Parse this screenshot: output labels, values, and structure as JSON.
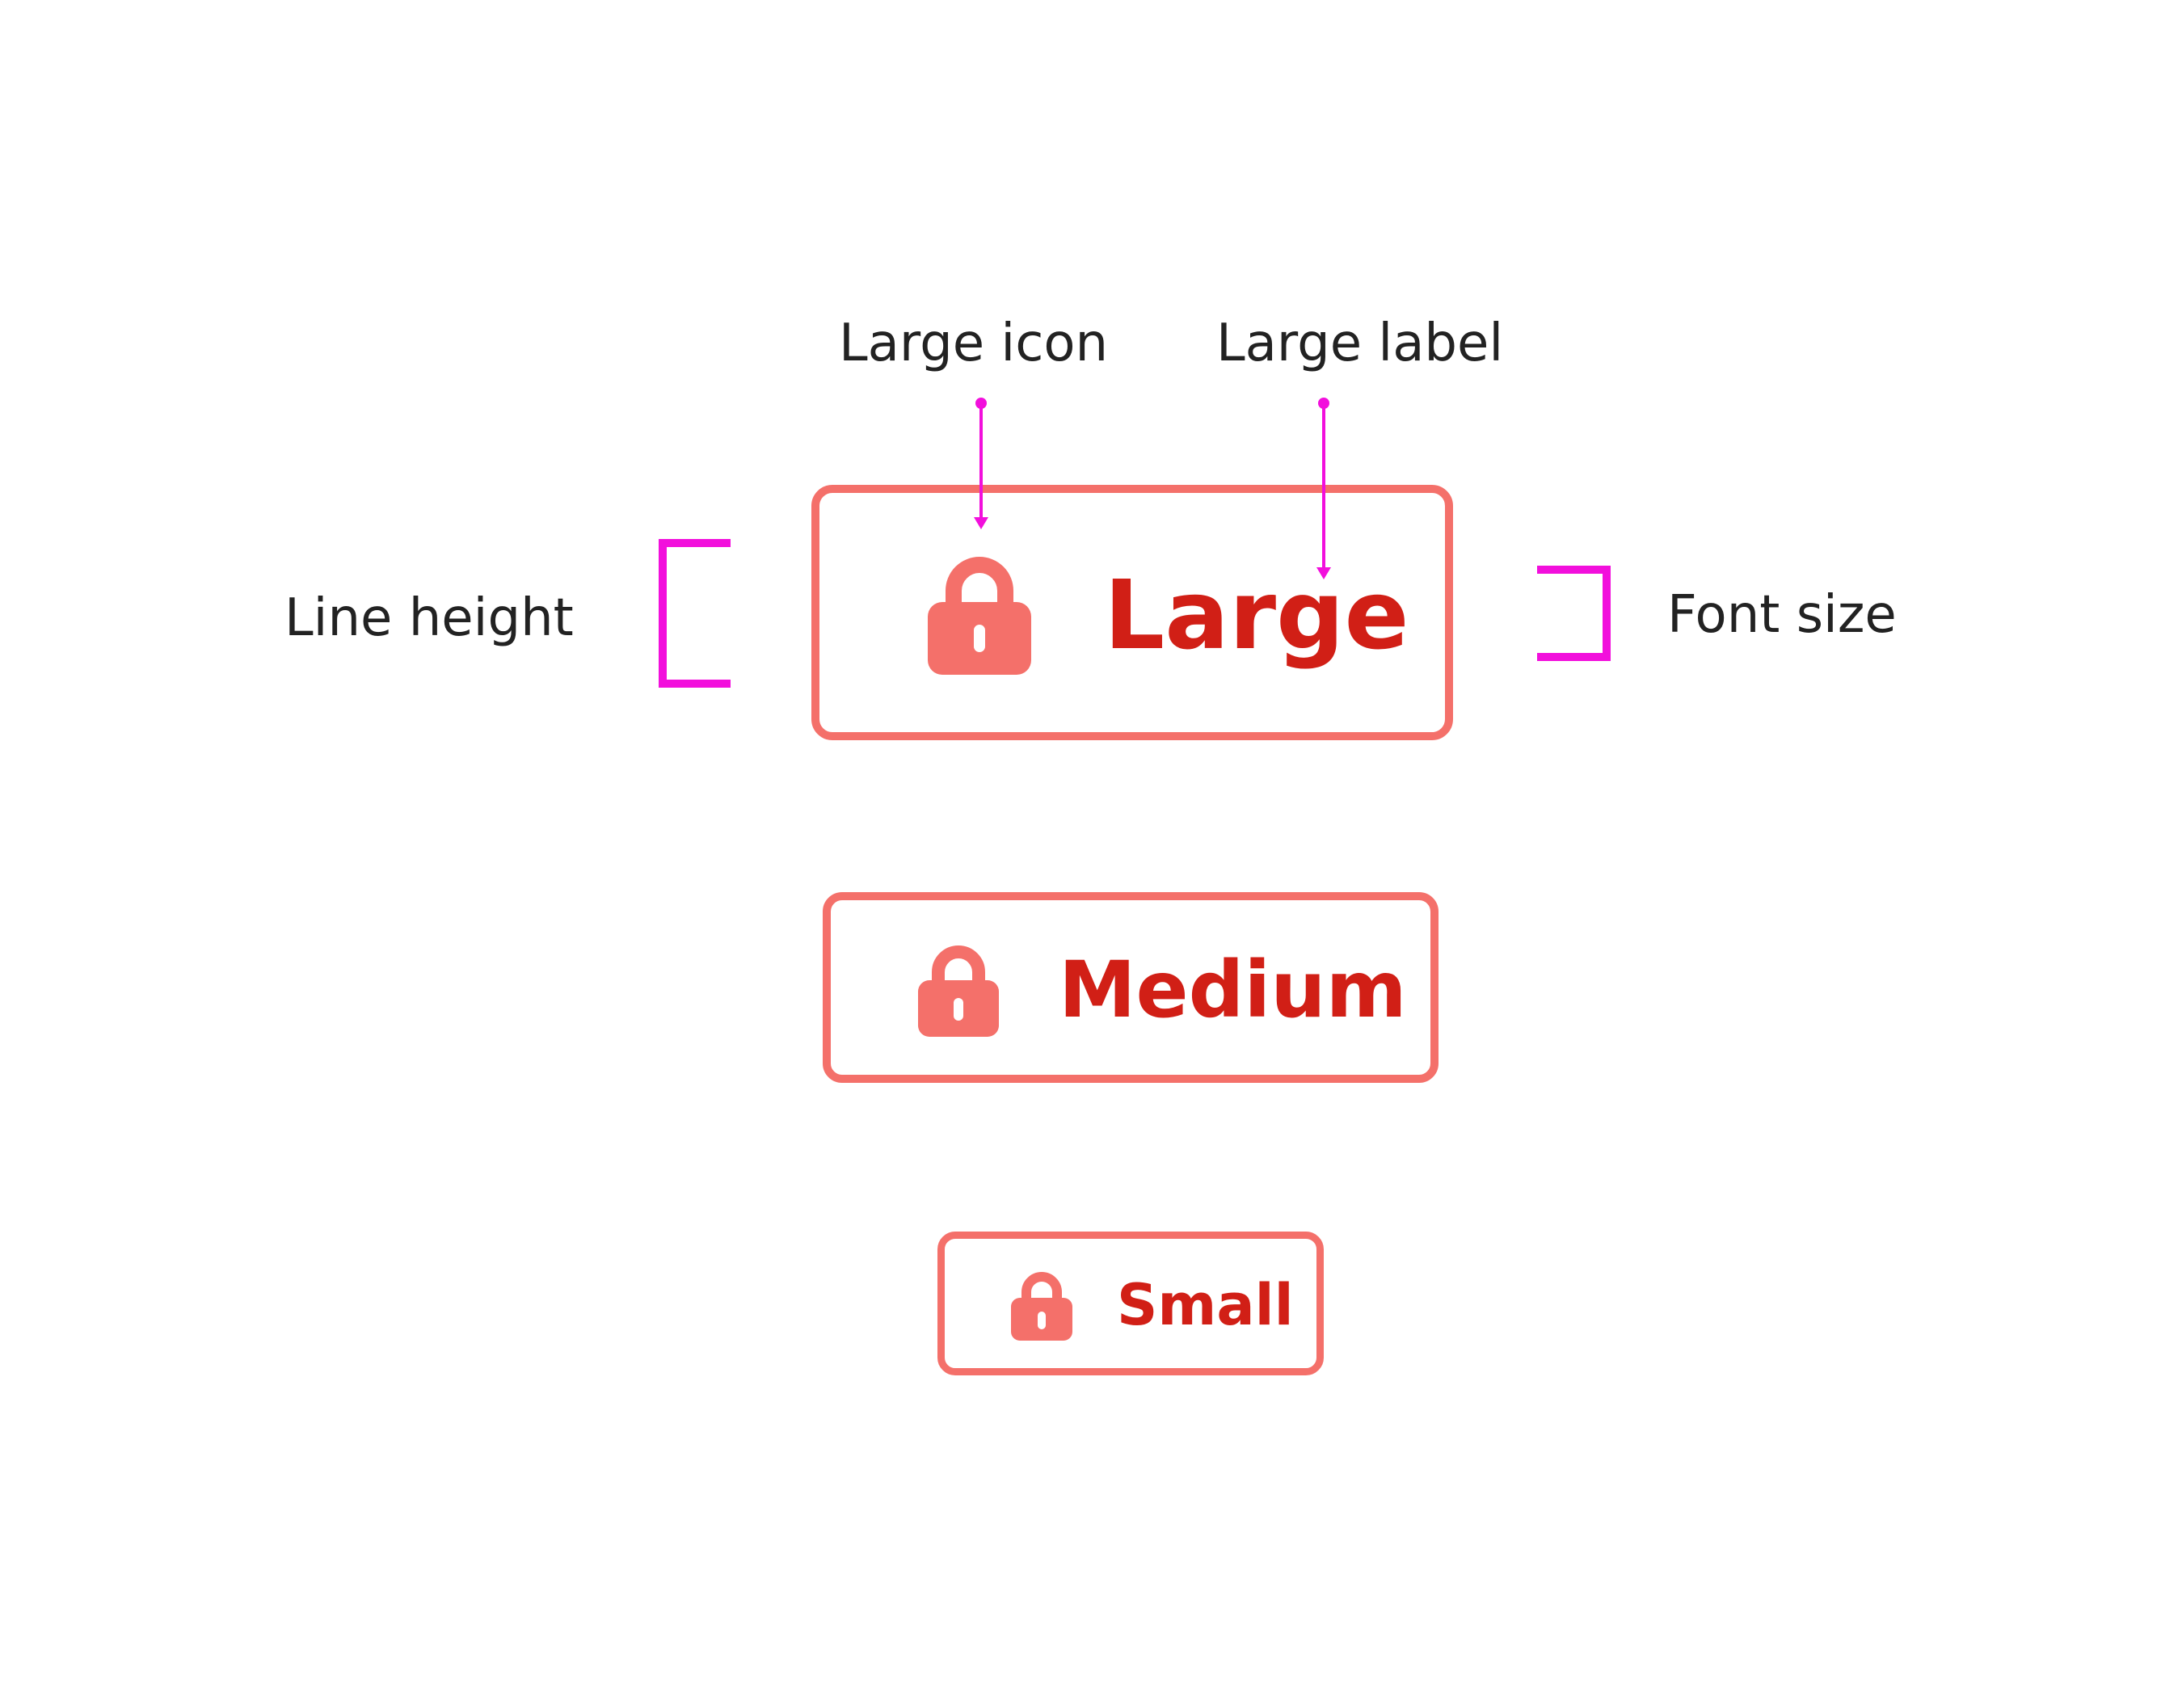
{
  "annotations": {
    "large_icon_label": "Large icon",
    "large_label_label": "Large label",
    "line_height_label": "Line height",
    "font_size_label": "Font size"
  },
  "buttons": {
    "large": {
      "label": "Large",
      "icon": "lock-icon"
    },
    "medium": {
      "label": "Medium",
      "icon": "lock-icon"
    },
    "small": {
      "label": "Small",
      "icon": "lock-icon"
    }
  },
  "colors": {
    "button_border": "#f4706a",
    "icon_fill": "#f4706a",
    "label_text": "#d11f16",
    "annotation_magenta": "#f20fdc",
    "annotation_text": "#222222"
  }
}
